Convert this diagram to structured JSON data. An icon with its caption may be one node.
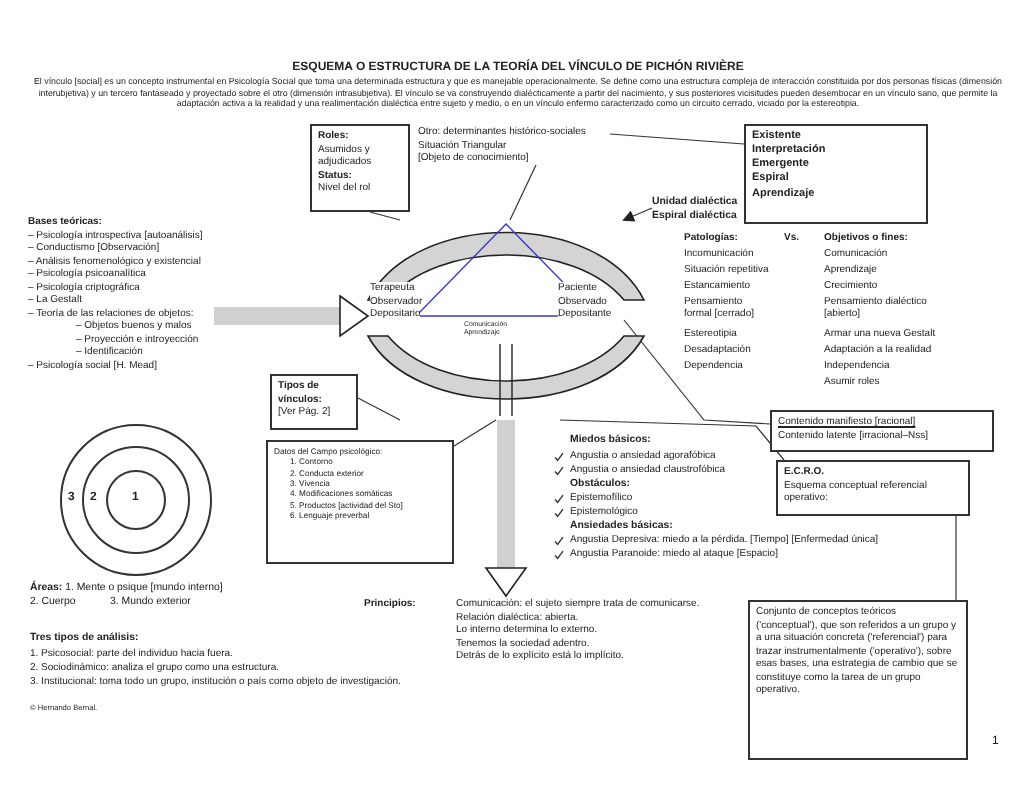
{
  "diagram": {
    "title": "ESQUEMA O ESTRUCTURA DE LA TEORÍA DEL VÍNCULO DE PICHÓN RIVIÈRE",
    "nodes": [
      {
        "text": [
          "Roles:",
          "Asumidos y adjudicados",
          "Status:",
          "Nivel del rol"
        ]
      },
      {
        "text": [
          "Otro: determinantes histórico-sociales",
          "Situación Triangular",
          "[Objeto de conocimiento]"
        ]
      },
      {
        "text": [
          "Existente",
          "Interpretación",
          "Emergente",
          "Espiral",
          "Aprendizaje"
        ]
      },
      {
        "text": [
          "Bases teóricas:",
          "– Psicología introspectiva [autoanálisis]",
          "– Conductismo [Observación]",
          "– Análisis fenomenológico y existencial",
          "– Psicología psicoanalítica",
          "– Psicología criptográfica",
          "– La Gestalt",
          "– Teoría de las relaciones de objetos:",
          "– Objetos buenos y malos",
          "– Proyección e introyección",
          "– Identificación",
          "– Psicología social [H. Mead]"
        ]
      },
      {
        "text": [],
        "shape": "picture"
      },
      {
        "text": [
          "Terapeuta",
          "Observador",
          "Depositario"
        ],
        "in": 4
      },
      {
        "text": [
          "Comunicación",
          "Aprendizaje"
        ],
        "in": 4
      },
      {
        "text": [
          "Paciente",
          "Observado",
          "Depositante"
        ],
        "in": 4
      },
      {
        "text": [
          "Unidad dialéctica",
          "Espiral dialéctica"
        ]
      },
      {
        "text": [
          "Tipos de vínculos:",
          "[Ver Pág. 2]"
        ]
      },
      {
        "text": [
          "Datos del Campo psicológico:",
          "1. Contorno",
          "2. Conducta exterior",
          "3. Vivencia",
          "4. Modificaciones somáticas",
          "5. Productos [actividad del Sto]",
          "6. Lenguaje preverbal"
        ]
      },
      {
        "text": [
          "Contenido manifiesto [racional]",
          "Contenido latente [irracional–Nss]"
        ]
      },
      {
        "text": [
          "E.C.R.O.",
          "Esquema conceptual referencial operativo:"
        ]
      },
      {
        "text": [
          "Principios:",
          "Comunicación: el sujeto siempre trata de comunicarse.",
          "Relación dialéctica: abierta.",
          "Lo interno determina lo externo.",
          "Tenemos la sociedad adentro.",
          "Detrás de lo explícito está lo implícito."
        ]
      },
      {
        "text": [
          "Conjunto de conceptos teóricos ('conceptual'), que son referidos a un grupo y a una situación concreta ('referencial') para trazar instrumentalmente ('operativo'), sobre esas bases, una estrategia de cambio que se constituye como la tarea de un grupo operativo."
        ]
      },
      {
        "text": [
          "3"
        ]
      },
      {
        "text": [
          "2"
        ],
        "in": 15
      },
      {
        "text": [
          "1"
        ],
        "in": 16
      }
    ],
    "edges": [
      {
        "from": 0,
        "to": 4,
        "arrow": "none"
      },
      {
        "from": 1,
        "to": 4,
        "arrow": "none"
      },
      {
        "from": 2,
        "to": 1,
        "arrow": "none"
      },
      {
        "from": 3,
        "to": 5,
        "arrow": "to",
        "style": "thick",
        "color": "#d0d0d0"
      },
      {
        "from": 8,
        "to": 4,
        "arrow": "to"
      },
      {
        "from": 9,
        "to": 4,
        "arrow": "none"
      },
      {
        "from": 7,
        "to": 11,
        "arrow": "none"
      },
      {
        "from": 4,
        "to": 12,
        "arrow": "none"
      },
      {
        "from": 12,
        "to": 14,
        "arrow": "none"
      },
      {
        "from": 10,
        "to": 4,
        "arrow": "none"
      },
      {
        "from": 4,
        "to": 13,
        "arrow": "to",
        "style": "thick",
        "color": "#d0d0d0"
      }
    ],
    "labels": [
      "El vínculo [social] es un concepto instrumental en Psicología Social que toma una determinada estructura y que es manejable operacionalmente. Se define como una estructura compleja de interacción constituida por dos personas físicas (dimensión interubjetiva) y un tercero fantaseado y proyectado sobre el otro (dimensión intrasubjetiva). El vínculo se va construyendo dialécticamente a partir del nacimiento, y sus posteriores vicisitudes pueden desembocar en un vínculo sano, que permite la adaptación activa a la realidad y una realimentación dialéctica entre sujeto y medio, o en un vínculo enfermo caracterizado como un circuito cerrado, viciado por la estereotipia.",
      "Patologías:",
      "Vs.",
      "Objetivos o fines:",
      "Incomunicación",
      "Comunicación",
      "Situación repetitiva",
      "Aprendizaje",
      "Estancamiento",
      "Crecimiento",
      "Pensamiento formal [cerrado]",
      "Pensamiento dialéctico [abierto]",
      "Estereotipia",
      "Armar una nueva Gestalt",
      "Desadaptación",
      "Adaptación a la realidad",
      "Dependencia",
      "Independencia",
      "Asumir roles",
      "Miedos básicos:",
      "Angustia o ansiedad agorafóbica",
      "Angustia o ansiedad claustrofóbica",
      "Obstáculos:",
      "Epistemofílico",
      "Epistemológico",
      "Ansiedades básicas:",
      "Angustia Depresiva: miedo a la pérdida. [Tiempo] [Enfermedad única]",
      "Angustia Paranoide: miedo al ataque [Espacio]",
      "**Áreas:** 1. Mente o psique [mundo interno]",
      "2. Cuerpo",
      "3. Mundo exterior",
      "Tres tipos de análisis:",
      "1. Psicosocial: parte del individuo hacia fuera.",
      "2. Sociodinámico: analiza el grupo como una estructura.",
      "3. Institucional: toma todo un grupo, institución o país como objeto de investigación.",
      "© Hernando Bernal.",
      "1"
    ]
  }
}
